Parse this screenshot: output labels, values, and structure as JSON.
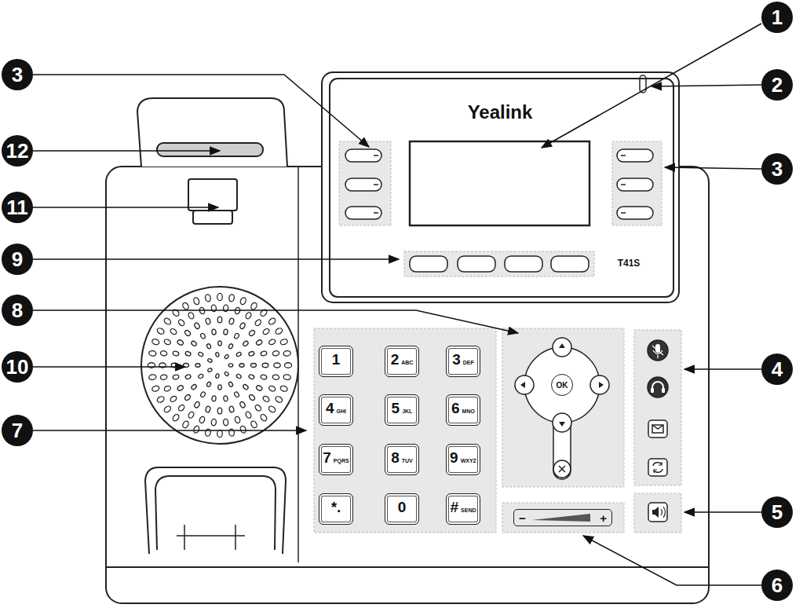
{
  "diagram": {
    "nodes": [
      {
        "text": [
          "1"
        ]
      },
      {
        "text": [
          "2"
        ]
      },
      {
        "text": [
          "3"
        ]
      },
      {
        "text": [
          "3"
        ]
      },
      {
        "text": [
          "4"
        ]
      },
      {
        "text": [
          "5"
        ]
      },
      {
        "text": [
          "6"
        ]
      },
      {
        "text": [
          "7"
        ]
      },
      {
        "text": [
          "8"
        ]
      },
      {
        "text": [
          "9"
        ]
      },
      {
        "text": [
          "10"
        ]
      },
      {
        "text": [
          "11"
        ]
      },
      {
        "text": [
          "12"
        ]
      },
      {
        "text": [
          "1"
        ]
      },
      {
        "text": [
          "2",
          "ABC"
        ]
      },
      {
        "text": [
          "3",
          "DEF"
        ]
      },
      {
        "text": [
          "4",
          "GHI"
        ]
      },
      {
        "text": [
          "5",
          "JKL"
        ]
      },
      {
        "text": [
          "6",
          "MNO"
        ]
      },
      {
        "text": [
          "7",
          "PQRS"
        ]
      },
      {
        "text": [
          "8",
          "TUV"
        ]
      },
      {
        "text": [
          "9",
          "WXYZ"
        ]
      },
      {
        "text": [
          "*."
        ]
      },
      {
        "text": [
          "0"
        ]
      },
      {
        "text": [
          "#",
          "SEND"
        ]
      },
      {
        "text": [
          "OK"
        ]
      },
      {
        "text": [
          "−",
          "+"
        ]
      }
    ],
    "labels": [
      "Yealink",
      "T41S"
    ]
  }
}
